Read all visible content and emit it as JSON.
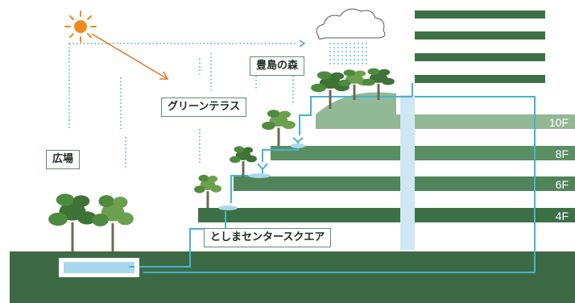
{
  "labels": {
    "plaza": "広場",
    "green_terrace": "グリーンテラス",
    "toshima_forest": "豊島の森",
    "toshima_center_square": "としまセンタースクエア"
  },
  "floors": [
    "10F",
    "8F",
    "6F",
    "4F"
  ],
  "colors": {
    "ground": "#3d6a45",
    "band_dark": "#3e7047",
    "band_mid": "#5b8f63",
    "band_light": "#93b895",
    "water": "#46b3cf",
    "water_fill": "#a9d8ea",
    "sun": "#f08a1c",
    "ray": "#e3782a",
    "dots": "#4aa7c6"
  },
  "icons": [
    "sun-icon",
    "cloud-icon",
    "rain-icon",
    "tree-icon"
  ]
}
